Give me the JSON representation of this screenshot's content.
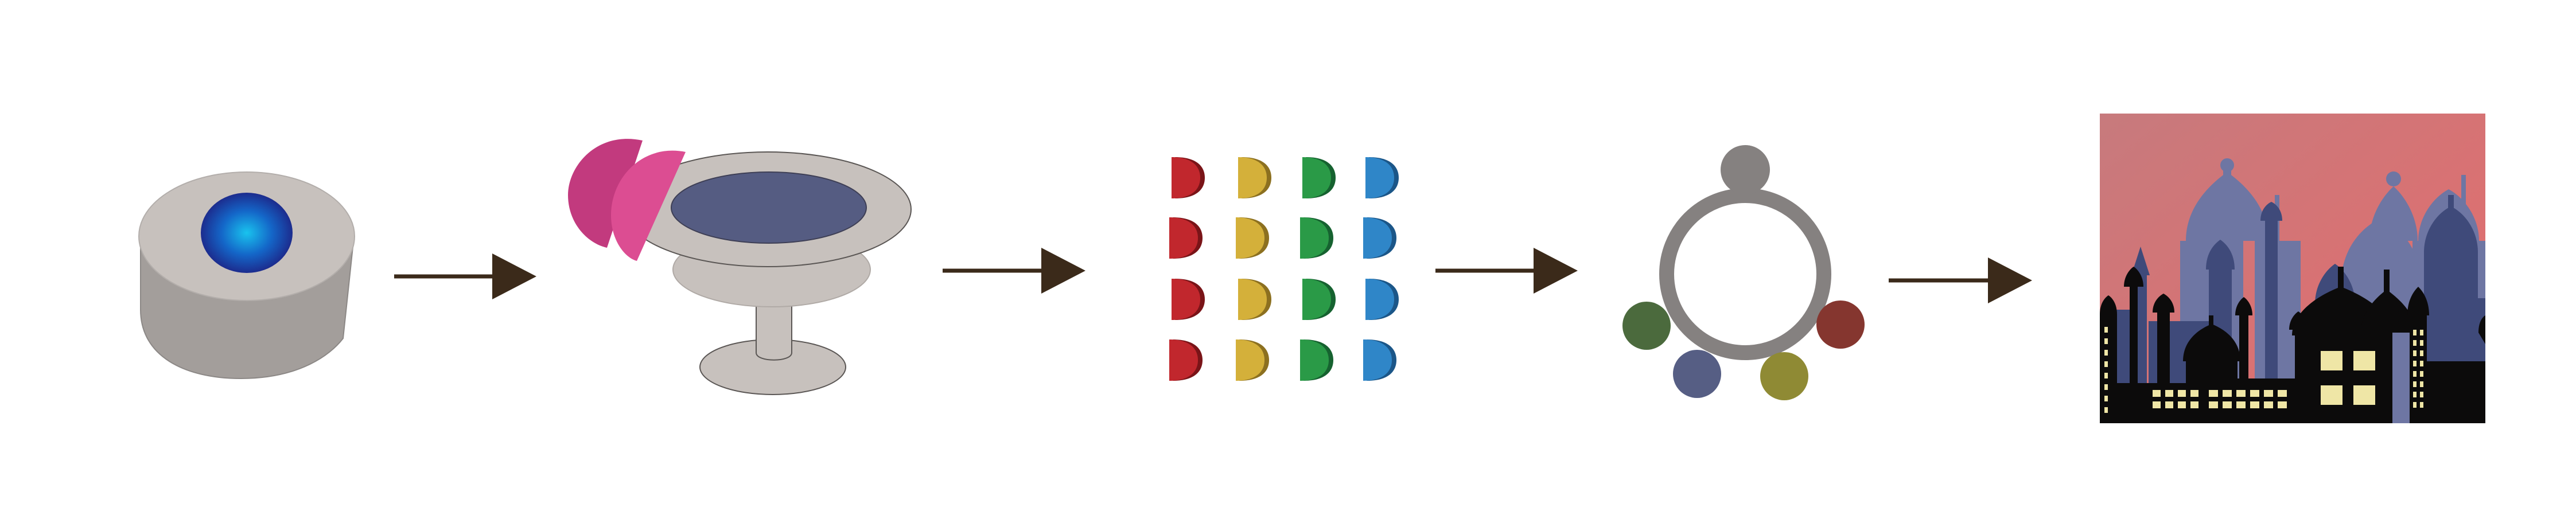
{
  "stages": [
    {
      "name": "substrate-with-blue-core"
    },
    {
      "name": "dish-with-pink-petals"
    },
    {
      "name": "dot-array"
    },
    {
      "name": "ring-with-colored-nodes"
    },
    {
      "name": "city-skyline-image"
    }
  ],
  "dot_array": {
    "rows": 4,
    "colors": [
      "#c1272d",
      "#d4b03a",
      "#2a9a47",
      "#2f86c8"
    ]
  },
  "ring_nodes": {
    "top": "#858180",
    "left": "#4b6a3d",
    "bottom_left": "#565e84",
    "bottom_right": "#8f8a34",
    "right": "#85362f"
  },
  "colors": {
    "arrow": "#3b2a1a",
    "gray_body": "#c7c1bd",
    "gray_side": "#a39e9b",
    "dish_pool": "#555c82",
    "petal_dark": "#c23a7e",
    "petal_light": "#dc4d92",
    "sky_top": "#c77a7d",
    "sky_bottom": "#e56c6c",
    "spire_far": "#6e76a3",
    "spire_mid": "#3f4a7a",
    "silhouette": "#0c0b0b",
    "window": "#efe6a6"
  }
}
